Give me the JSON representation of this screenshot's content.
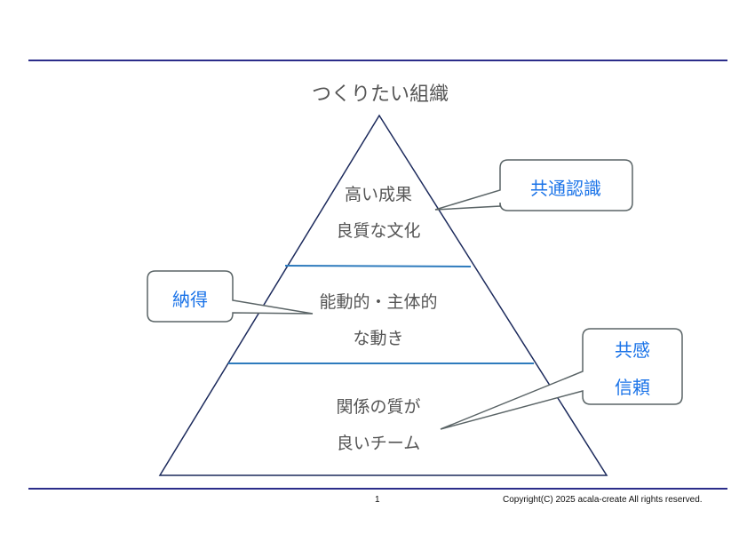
{
  "title": "つくりたい組織",
  "pyramid": {
    "top": [
      "高い成果",
      "良質な文化"
    ],
    "middle": [
      "能動的・主体的",
      "な動き"
    ],
    "bottom": [
      "関係の質が",
      "良いチーム"
    ]
  },
  "callouts": {
    "top": [
      "共通認識"
    ],
    "middle": [
      "納得"
    ],
    "bottom": [
      "共感",
      "信頼"
    ]
  },
  "footer": {
    "page": "1",
    "copyright": "Copyright(C) 2025  acala-create All rights reserved."
  },
  "colors": {
    "rule": "#2b2d8a",
    "triangle": "#1c2a5c",
    "divider": "#2e7bbd",
    "callout_text": "#1a73e8",
    "callout_border": "#5a6466"
  }
}
